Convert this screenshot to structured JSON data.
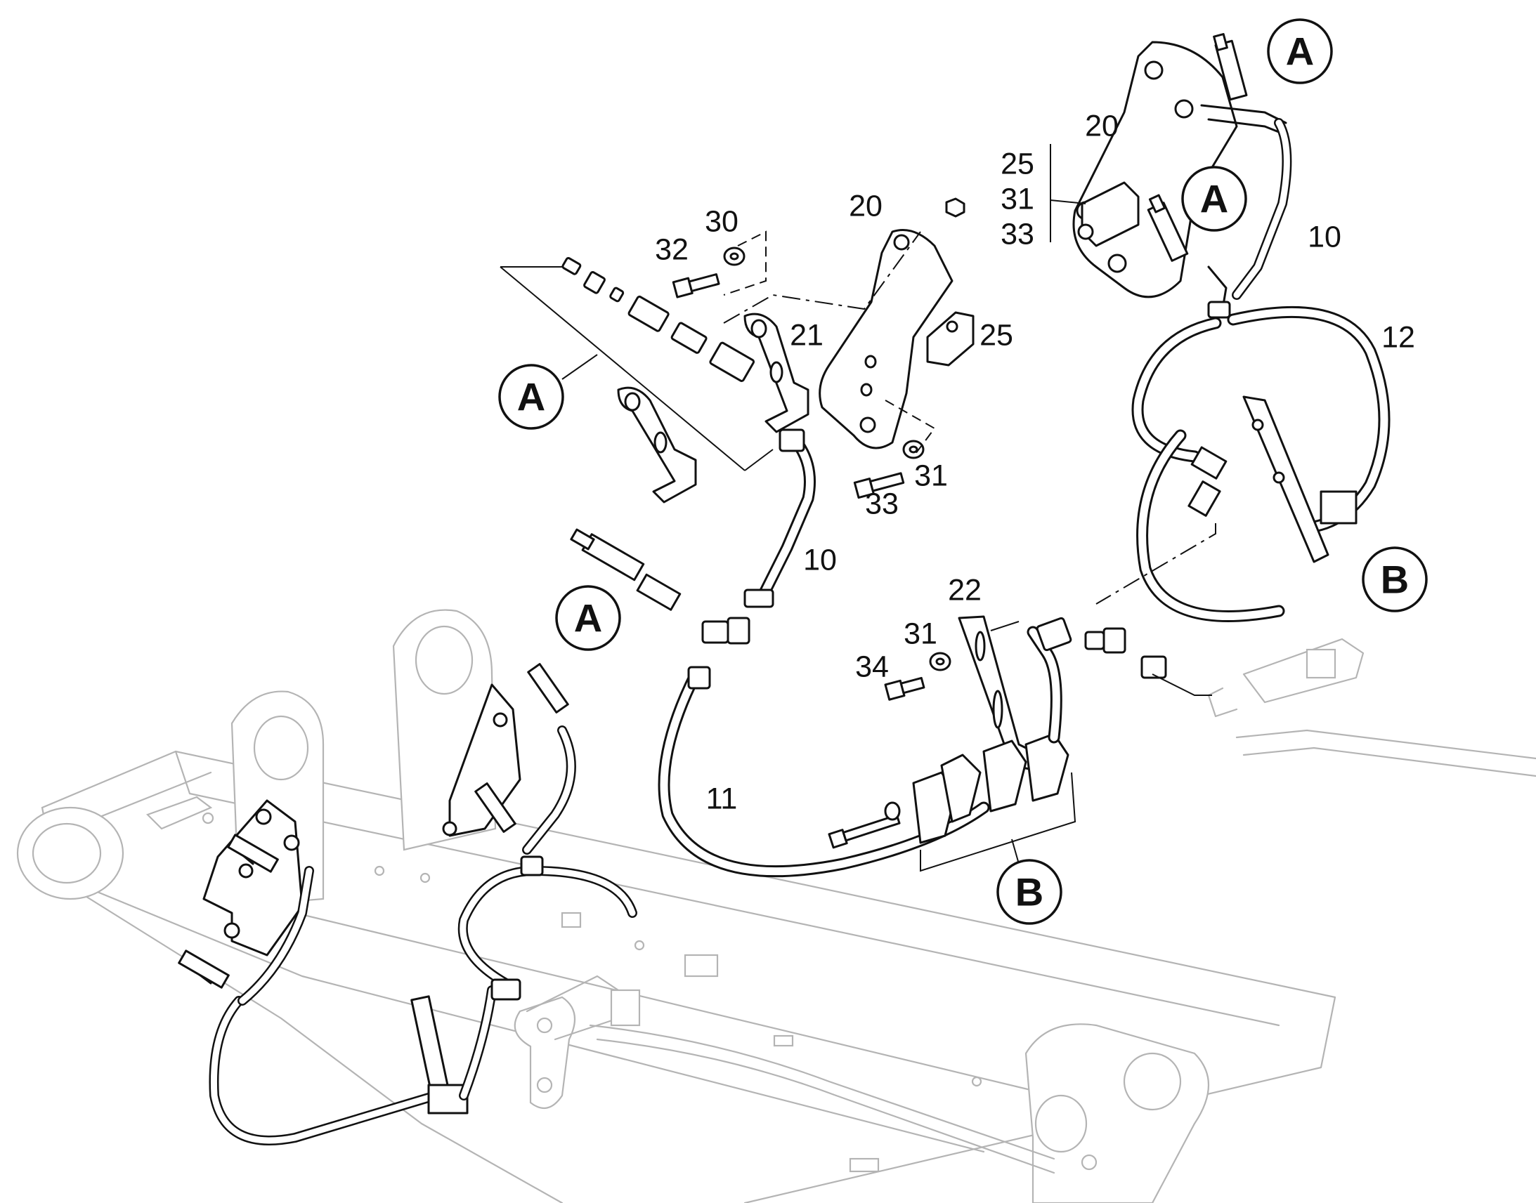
{
  "callouts": {
    "a1": "A",
    "a2": "A",
    "a3": "A",
    "a4": "A",
    "b1": "B",
    "b2": "B"
  },
  "part_numbers": {
    "p20_top": "20",
    "p25_stack": "25",
    "p31_stack": "31",
    "p33_stack": "33",
    "p10_top": "10",
    "p12": "12",
    "p30": "30",
    "p32": "32",
    "p20_mid": "20",
    "p21": "21",
    "p25_mid": "25",
    "p31_mid": "31",
    "p33_mid": "33",
    "p10_mid": "10",
    "p22": "22",
    "p31_low": "31",
    "p34": "34",
    "p11": "11"
  }
}
